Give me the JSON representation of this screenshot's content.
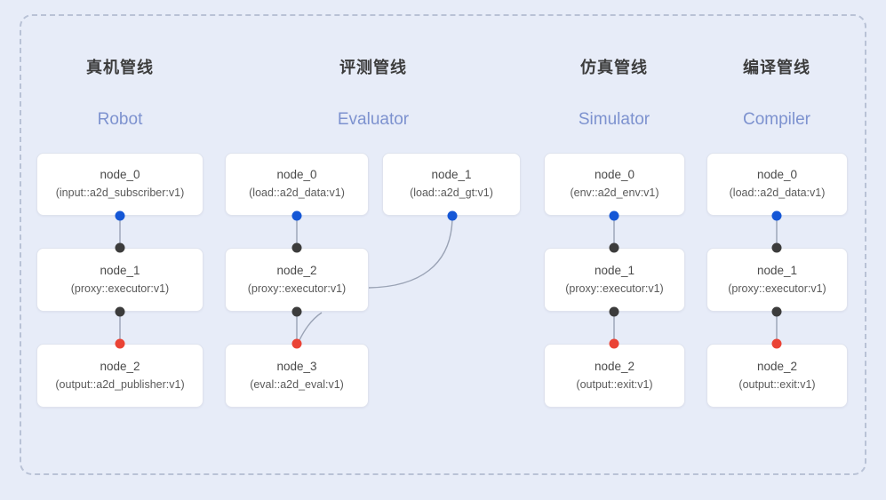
{
  "canvas": {
    "background_color": "#e7ecf8",
    "panel_border_color": "#b9c2d6",
    "panel_border_style": "dashed"
  },
  "legend_colors": {
    "output_port": "#1557d6",
    "input_port": "#3c3c3c",
    "terminal_port": "#ea4335",
    "edge": "#9aa3b5",
    "node_bg": "#ffffff",
    "node_border": "#dfe3ee",
    "cn_title": "#3c3c3c",
    "en_title": "#7d92cf"
  },
  "columns": [
    {
      "id": "robot",
      "cn_title": "真机管线",
      "en_title": "Robot",
      "nodes": [
        {
          "name": "node_0",
          "type": "(input::a2d_subscriber:v1)"
        },
        {
          "name": "node_1",
          "type": "(proxy::executor:v1)"
        },
        {
          "name": "node_2",
          "type": "(output::a2d_publisher:v1)"
        }
      ]
    },
    {
      "id": "evaluator",
      "cn_title": "评测管线",
      "en_title": "Evaluator",
      "nodes": [
        {
          "name": "node_0",
          "type": "(load::a2d_data:v1)"
        },
        {
          "name": "node_1",
          "type": "(load::a2d_gt:v1)"
        },
        {
          "name": "node_2",
          "type": "(proxy::executor:v1)"
        },
        {
          "name": "node_3",
          "type": "(eval::a2d_eval:v1)"
        }
      ]
    },
    {
      "id": "simulator",
      "cn_title": "仿真管线",
      "en_title": "Simulator",
      "nodes": [
        {
          "name": "node_0",
          "type": "(env::a2d_env:v1)"
        },
        {
          "name": "node_1",
          "type": "(proxy::executor:v1)"
        },
        {
          "name": "node_2",
          "type": "(output::exit:v1)"
        }
      ]
    },
    {
      "id": "compiler",
      "cn_title": "编译管线",
      "en_title": "Compiler",
      "nodes": [
        {
          "name": "node_0",
          "type": "(load::a2d_data:v1)"
        },
        {
          "name": "node_1",
          "type": "(proxy::executor:v1)"
        },
        {
          "name": "node_2",
          "type": "(output::exit:v1)"
        }
      ]
    }
  ]
}
